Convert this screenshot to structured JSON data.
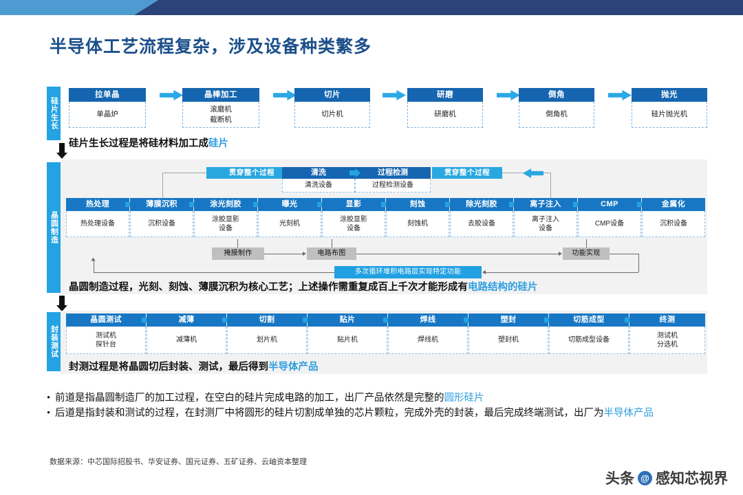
{
  "title": "半导体工艺流程复杂，涉及设备种类繁多",
  "sections": [
    {
      "label": "硅片生长",
      "steps": [
        {
          "name": "拉单晶",
          "equip": "单晶炉"
        },
        {
          "name": "晶棒加工",
          "equip": "滚磨机\n截断机"
        },
        {
          "name": "切片",
          "equip": "切片机"
        },
        {
          "name": "研磨",
          "equip": "研磨机"
        },
        {
          "name": "倒角",
          "equip": "倒角机"
        },
        {
          "name": "抛光",
          "equip": "硅片抛光机"
        }
      ],
      "caption_plain": "硅片生长过程是将硅材料加工成",
      "caption_hl": "硅片"
    },
    {
      "label": "晶圆制造",
      "overlay": {
        "through_left": "贯穿整个过程",
        "through_right": "贯穿整个过程",
        "clean_name": "清洗",
        "clean_equip": "清洗设备",
        "inspect_name": "过程检测",
        "inspect_equip": "过程检测设备"
      },
      "steps": [
        {
          "name": "热处理",
          "equip": "热处理设备"
        },
        {
          "name": "薄膜沉积",
          "equip": "沉积设备"
        },
        {
          "name": "涂光刻胶",
          "equip": "涂胶显影\n设备"
        },
        {
          "name": "曝光",
          "equip": "光刻机"
        },
        {
          "name": "显影",
          "equip": "涂胶显影\n设备"
        },
        {
          "name": "刻蚀",
          "equip": "刻蚀机"
        },
        {
          "name": "除光刻胶",
          "equip": "去胶设备"
        },
        {
          "name": "离子注入",
          "equip": "离子注入\n设备"
        },
        {
          "name": "CMP",
          "equip": "CMP设备"
        },
        {
          "name": "金属化",
          "equip": "沉积设备"
        }
      ],
      "flow": {
        "mask": "掩膜制作",
        "layout": "电路布图",
        "func": "功能实现",
        "loop": "多次循环堆积电路层实现特定功能"
      },
      "caption_plain": "晶圆制造过程，光刻、刻蚀、薄膜沉积为核心工艺；上述操作需重复成百上千次才能形成有",
      "caption_hl": "电路结构的硅片"
    },
    {
      "label": "封装测试",
      "steps": [
        {
          "name": "晶圆测试",
          "equip": "测试机\n探针台"
        },
        {
          "name": "减薄",
          "equip": "减薄机"
        },
        {
          "name": "切割",
          "equip": "划片机"
        },
        {
          "name": "贴片",
          "equip": "贴片机"
        },
        {
          "name": "焊线",
          "equip": "焊线机"
        },
        {
          "name": "塑封",
          "equip": "塑封机"
        },
        {
          "name": "切筋成型",
          "equip": "切筋成型设备"
        },
        {
          "name": "终测",
          "equip": "测试机\n分选机"
        }
      ],
      "caption_plain": "封测过程是将晶圆切后封装、测试，最后得到",
      "caption_hl": "半导体产品"
    }
  ],
  "bullets": [
    {
      "pre": "前道是指晶圆制造厂的加工过程，在空白的硅片完成电路的加工，出厂产品依然是完整的",
      "hl": "圆形硅片",
      "post": ""
    },
    {
      "pre": "后道是指封装和测试的过程，在封测厂中将圆形的硅片切割成单独的芯片颗粒，完成外壳的封装，最后完成终端测试，出厂为",
      "hl": "半导体产品",
      "post": ""
    }
  ],
  "source": "数据来源：中芯国际招股书、华安证券、国元证券、五矿证券、云岫资本整理",
  "watermark": {
    "left": "头条",
    "at": "@",
    "right": "感知芯视界"
  },
  "colors": {
    "header_blue": "#1565b0",
    "cyan": "#23a3e3",
    "navy": "#2a4378",
    "title_blue": "#1b4f8a",
    "highlight": "#2f9fe0",
    "gray_box": "#bfbfbf"
  }
}
